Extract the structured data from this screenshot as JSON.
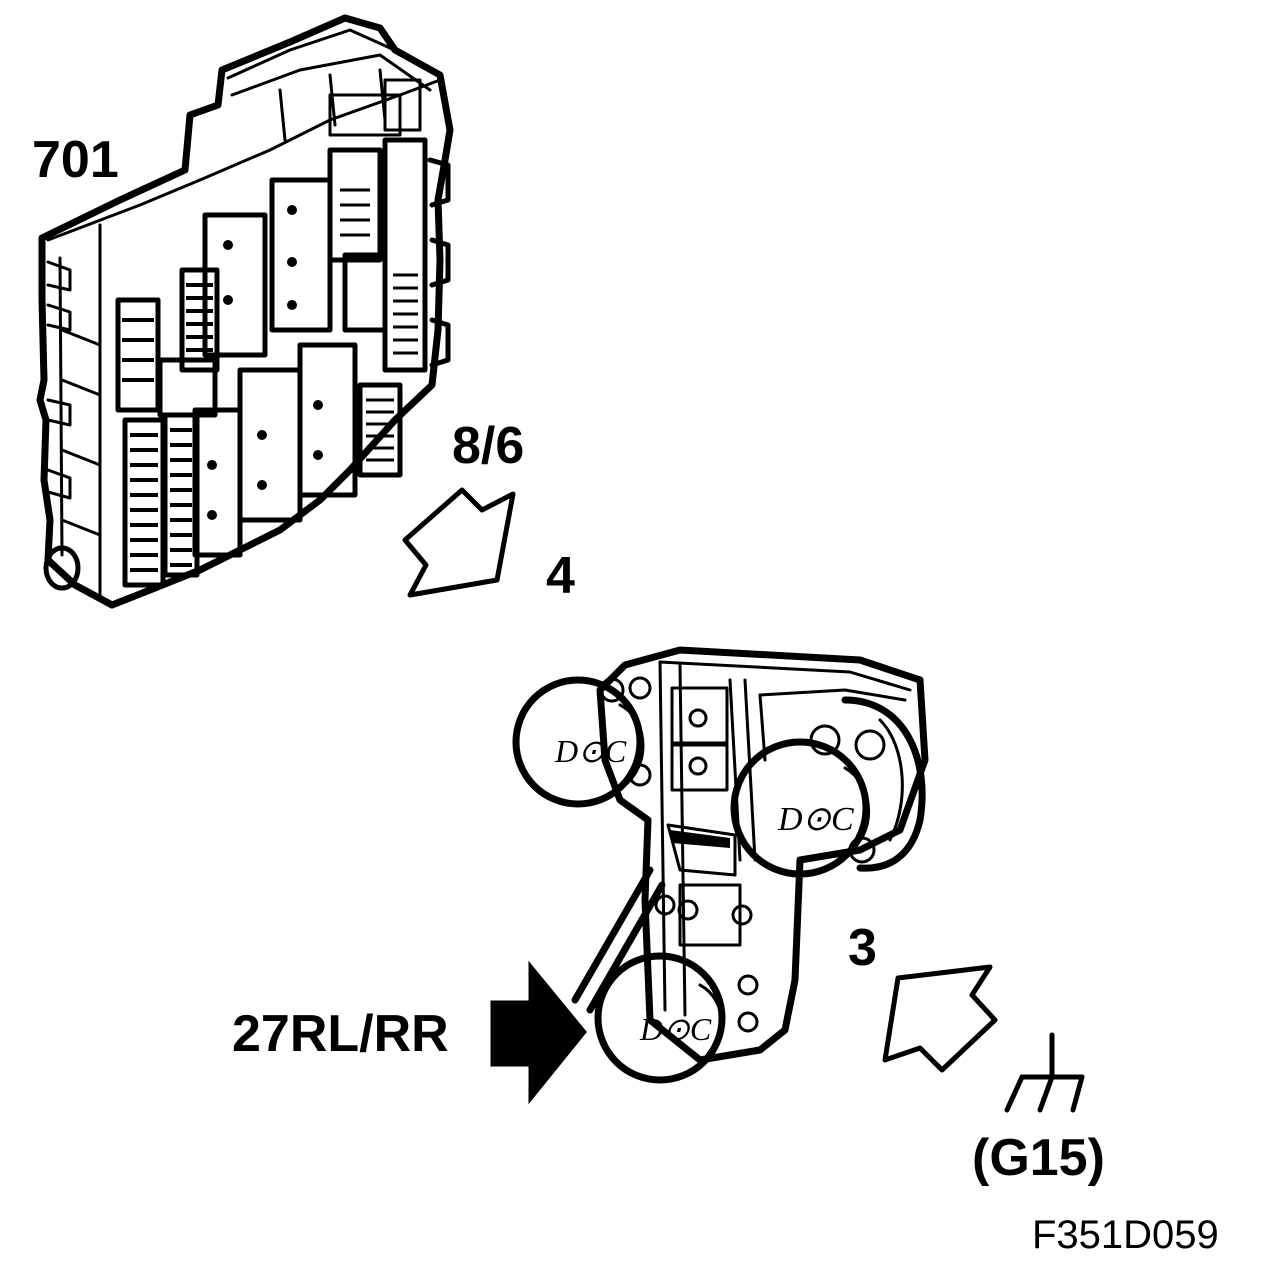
{
  "labels": {
    "control_unit": "701",
    "connector_ref": "8/6",
    "step_4": "4",
    "step_3": "3",
    "lamp_connector": "27RL/RR",
    "ground_point": "(G15)",
    "figure_id": "F351D059"
  },
  "bulb_marking": "D⊙C",
  "colors": {
    "ink": "#000000",
    "paper": "#ffffff"
  }
}
